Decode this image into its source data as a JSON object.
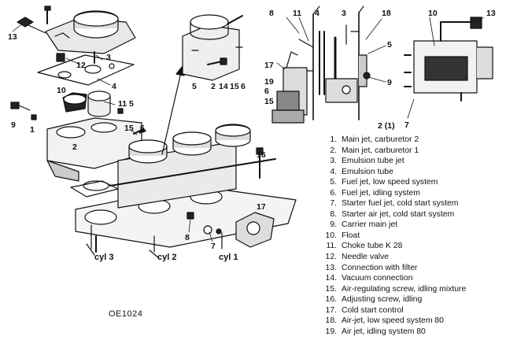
{
  "figure_code": "OE1024",
  "cylinder_labels": [
    "cyl 3",
    "cyl 2",
    "cyl 1"
  ],
  "callouts": {
    "exploded": [
      "13",
      "12",
      "3",
      "4",
      "10",
      "11",
      "5",
      "9",
      "1",
      "2",
      "15",
      "6",
      "16",
      "17",
      "8",
      "7"
    ],
    "top_inset": [
      "5",
      "2",
      "14",
      "15",
      "6"
    ],
    "section": [
      "8",
      "11",
      "4",
      "3",
      "18",
      "5",
      "17",
      "19",
      "6",
      "9",
      "15",
      "2 (1)"
    ],
    "float_view": [
      "10",
      "13",
      "7"
    ]
  },
  "legend": [
    {
      "num": "1.",
      "text": "Main jet, carburetor 2"
    },
    {
      "num": "2.",
      "text": "Main jet, carburetor 1"
    },
    {
      "num": "3.",
      "text": "Emulsion tube jet"
    },
    {
      "num": "4.",
      "text": "Emulsion tube"
    },
    {
      "num": "5.",
      "text": "Fuel jet, low speed system"
    },
    {
      "num": "6.",
      "text": "Fuel jet, idling system"
    },
    {
      "num": "7.",
      "text": "Starter fuel jet, cold start system"
    },
    {
      "num": "8.",
      "text": "Starter air jet, cold start system"
    },
    {
      "num": "9.",
      "text": "Carrier main jet"
    },
    {
      "num": "10.",
      "text": "Float"
    },
    {
      "num": "11.",
      "text": "Choke tube K 28"
    },
    {
      "num": "12.",
      "text": "Needle valve"
    },
    {
      "num": "13.",
      "text": "Connection with filter"
    },
    {
      "num": "14.",
      "text": "Vacuum connection"
    },
    {
      "num": "15.",
      "text": "Air-regulating screw, idling mixture"
    },
    {
      "num": "16.",
      "text": "Adjusting screw, idling"
    },
    {
      "num": "17.",
      "text": "Cold start control"
    },
    {
      "num": "18.",
      "text": "Air-jet, low speed system 80"
    },
    {
      "num": "19.",
      "text": "Air jet, idling system 80"
    }
  ]
}
